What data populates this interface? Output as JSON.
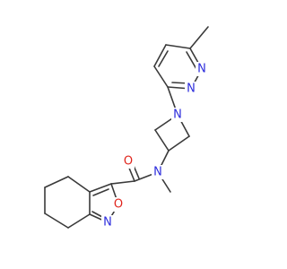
{
  "structure": {
    "colors": {
      "carbon_bond": "#3a3a3a",
      "nitrogen": "#2b2bdc",
      "oxygen": "#e0241c",
      "background": "#ffffff"
    },
    "atom_labels": {
      "pyridazine_n1": "N",
      "pyridazine_n2": "N",
      "azetidine_n": "N",
      "amide_n": "N",
      "carbonyl_o": "O",
      "isoxazole_o": "O",
      "isoxazole_n": "N"
    }
  }
}
